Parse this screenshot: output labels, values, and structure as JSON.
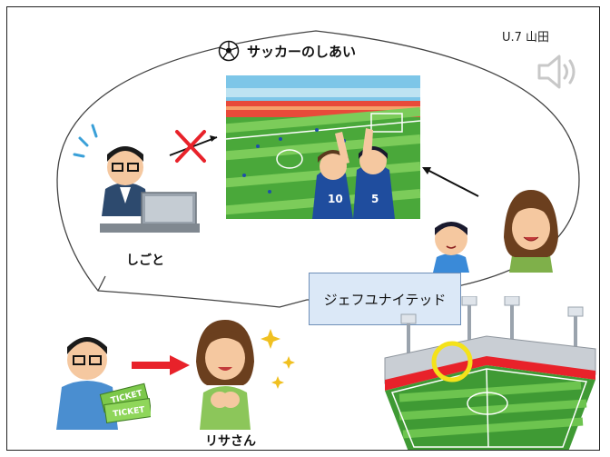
{
  "header": {
    "unit_label": "U.7 山田"
  },
  "bubble": {
    "title": "サッカーのしあい"
  },
  "labels": {
    "work": "しごと",
    "person": "リサさん",
    "team": "ジェフユナイテッド"
  },
  "ticket": {
    "line1": "TICKET",
    "line2": "TICKET"
  },
  "jersey": {
    "left": "10",
    "right": "5"
  },
  "icons": [
    "speaker-icon",
    "soccer-ball-icon",
    "cross-icon",
    "sparkle-icon"
  ],
  "colors": {
    "arrow_red": "#e8222a",
    "highlight_ring": "#f4e21a",
    "team_box_bg": "#dbe8f7",
    "field_green": "#4aa83a"
  }
}
